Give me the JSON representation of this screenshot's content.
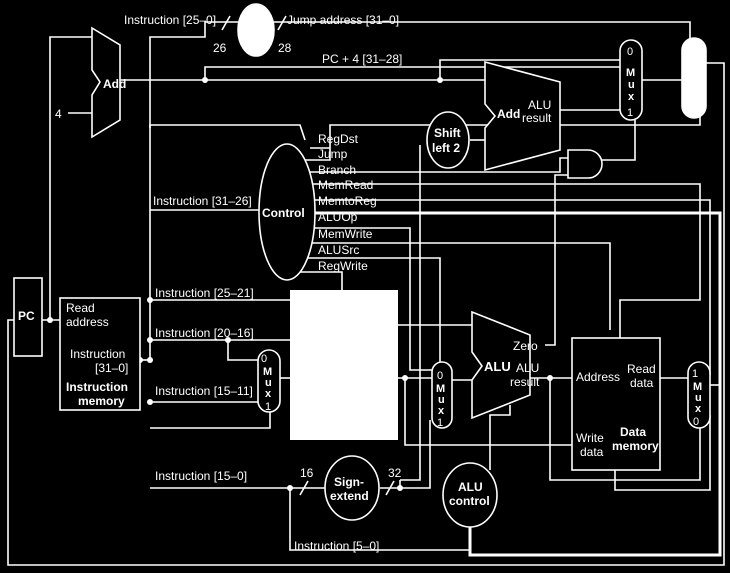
{
  "labels": {
    "instr_25_0": "Instruction [25–0]",
    "jump_address": "Jump address [31–0]",
    "bits_26": "26",
    "bits_28": "28",
    "pc_plus4": "PC + 4 [31–28]",
    "add_top": "Add",
    "four": "4",
    "add_branch": "Add",
    "alu_result_top_1": "ALU",
    "alu_result_top_2": "result",
    "shift_1": "Shift",
    "shift_2": "left 2",
    "regdst": "RegDst",
    "jump": "Jump",
    "branch": "Branch",
    "memread": "MemRead",
    "memtoreg": "MemtoReg",
    "aluop": "ALUOp",
    "memwrite": "MemWrite",
    "alusrc": "ALUSrc",
    "regwrite": "RegWrite",
    "control": "Control",
    "instr_31_26": "Instruction [31–26]",
    "pc": "PC",
    "read_address_1": "Read",
    "read_address_2": "address",
    "im_instr_1": "Instruction",
    "im_instr_2": "[31–0]",
    "im_title_1": "Instruction",
    "im_title_2": "memory",
    "instr_25_21": "Instruction [25–21]",
    "instr_20_16": "Instruction [20–16]",
    "instr_15_11": "Instruction [15–11]",
    "instr_15_0": "Instruction [15–0]",
    "bits_16": "16",
    "bits_32": "32",
    "sign_1": "Sign-",
    "sign_2": "extend",
    "alu_main": "ALU",
    "zero": "Zero",
    "alu_res_1": "ALU",
    "alu_res_2": "result",
    "alu_control_1": "ALU",
    "alu_control_2": "control",
    "instr_5_0": "Instruction [5–0]",
    "dm_address": "Address",
    "dm_read_1": "Read",
    "dm_read_2": "data",
    "dm_write_1": "Write",
    "dm_write_2": "data",
    "dm_title_1": "Data",
    "dm_title_2": "memory",
    "mux_0": "0",
    "mux_1": "1",
    "mux_M": "M",
    "mux_u": "u",
    "mux_x": "x"
  }
}
